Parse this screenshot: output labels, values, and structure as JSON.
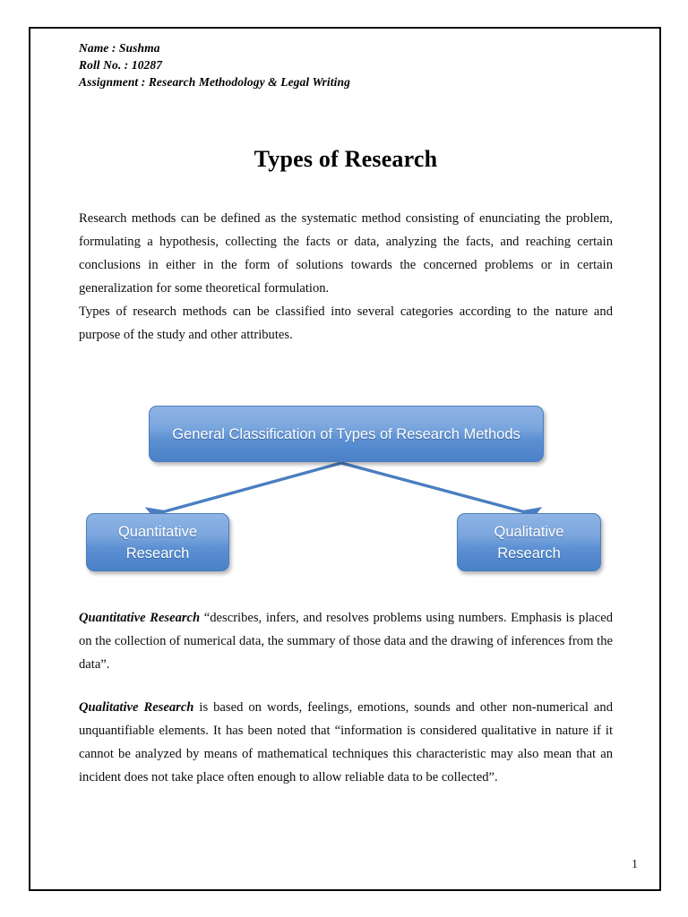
{
  "page": {
    "number": "1",
    "background_color": "#ffffff",
    "border_color": "#0a0a0a"
  },
  "header": {
    "name_line": "Name : Sushma",
    "roll_line": "Roll No. : 10287",
    "assignment_line": "Assignment : Research Methodology & Legal Writing"
  },
  "title": "Types of Research",
  "body": {
    "intro_paragraph": "Research methods can be defined as the systematic method consisting of enunciating the problem, formulating a hypothesis, collecting the facts or data, analyzing the facts, and reaching certain conclusions in either in the form of solutions towards the concerned problems or in certain generalization for some theoretical formulation.",
    "types_paragraph": "Types of research methods can be classified into several categories according to the nature and purpose of the study and other attributes.",
    "quantitative_term": "Quantitative Research",
    "quantitative_text": " “describes, infers, and resolves problems using numbers. Emphasis is placed on the collection of numerical data, the summary of those data and the drawing of inferences from the data”.",
    "qualitative_term": "Qualitative Research",
    "qualitative_text": " is based on words, feelings, emotions, sounds and other non-numerical and unquantifiable elements. It has been noted that “information is considered qualitative in nature if it cannot be analyzed by means of mathematical techniques this characteristic may also mean that an incident does not take place often enough to allow reliable data to be collected”."
  },
  "diagram": {
    "root_label": "General Classification of Types of Research Methods",
    "left_label_line1": "Quantitative",
    "left_label_line2": "Research",
    "right_label_line1": "Qualitative",
    "right_label_line2": "Research",
    "box_gradient_top": "#8fb4e4",
    "box_gradient_bottom": "#4a81c7",
    "box_border_color": "#4a7ec0",
    "arrow_color": "#4a7ec0",
    "label_color": "#ffffff"
  }
}
